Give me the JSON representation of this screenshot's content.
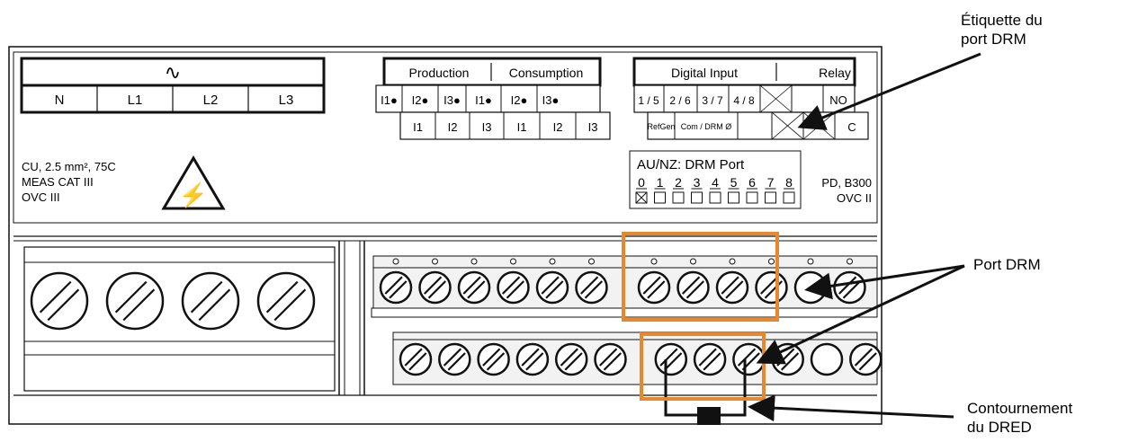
{
  "power_block": {
    "wave_symbol": "∿",
    "labels": [
      "N",
      "L1",
      "L2",
      "L3"
    ],
    "specs": [
      "CU, 2.5 mm², 75C",
      "MEAS CAT III",
      "OVC III"
    ],
    "warning_symbol": "⚡"
  },
  "ct_block": {
    "header_production": "Production",
    "header_consumption": "Consumption",
    "inputs_row1": [
      "I1●",
      "I2●",
      "I3●",
      "I1●",
      "I2●",
      "I3●"
    ],
    "inputs_row2": [
      "I1",
      "I2",
      "I3",
      "I1",
      "I2",
      "I3"
    ]
  },
  "io_block": {
    "header_digital": "Digital Input",
    "header_relay": "Relay",
    "row1": [
      "1 / 5",
      "2 / 6",
      "3 / 7",
      "4 / 8"
    ],
    "relay_no": "NO",
    "row2": [
      "RefGen",
      "Com / DRM Ø"
    ],
    "relay_c": "C"
  },
  "drm_label": {
    "title": "AU/NZ: DRM Port",
    "numbers": [
      "0",
      "1",
      "2",
      "3",
      "4",
      "5",
      "6",
      "7",
      "8"
    ],
    "selected_index": 0
  },
  "device_rating": [
    "PD, B300",
    "OVC II"
  ],
  "annotations": {
    "drm_port_label": [
      "Étiquette du",
      "port DRM"
    ],
    "drm_port": "Port DRM",
    "dred_bypass": [
      "Contournement",
      "du DRED"
    ]
  },
  "colors": {
    "highlight": "#e8872c",
    "line": "#111111",
    "panel_shade": "#f2f2f2"
  }
}
